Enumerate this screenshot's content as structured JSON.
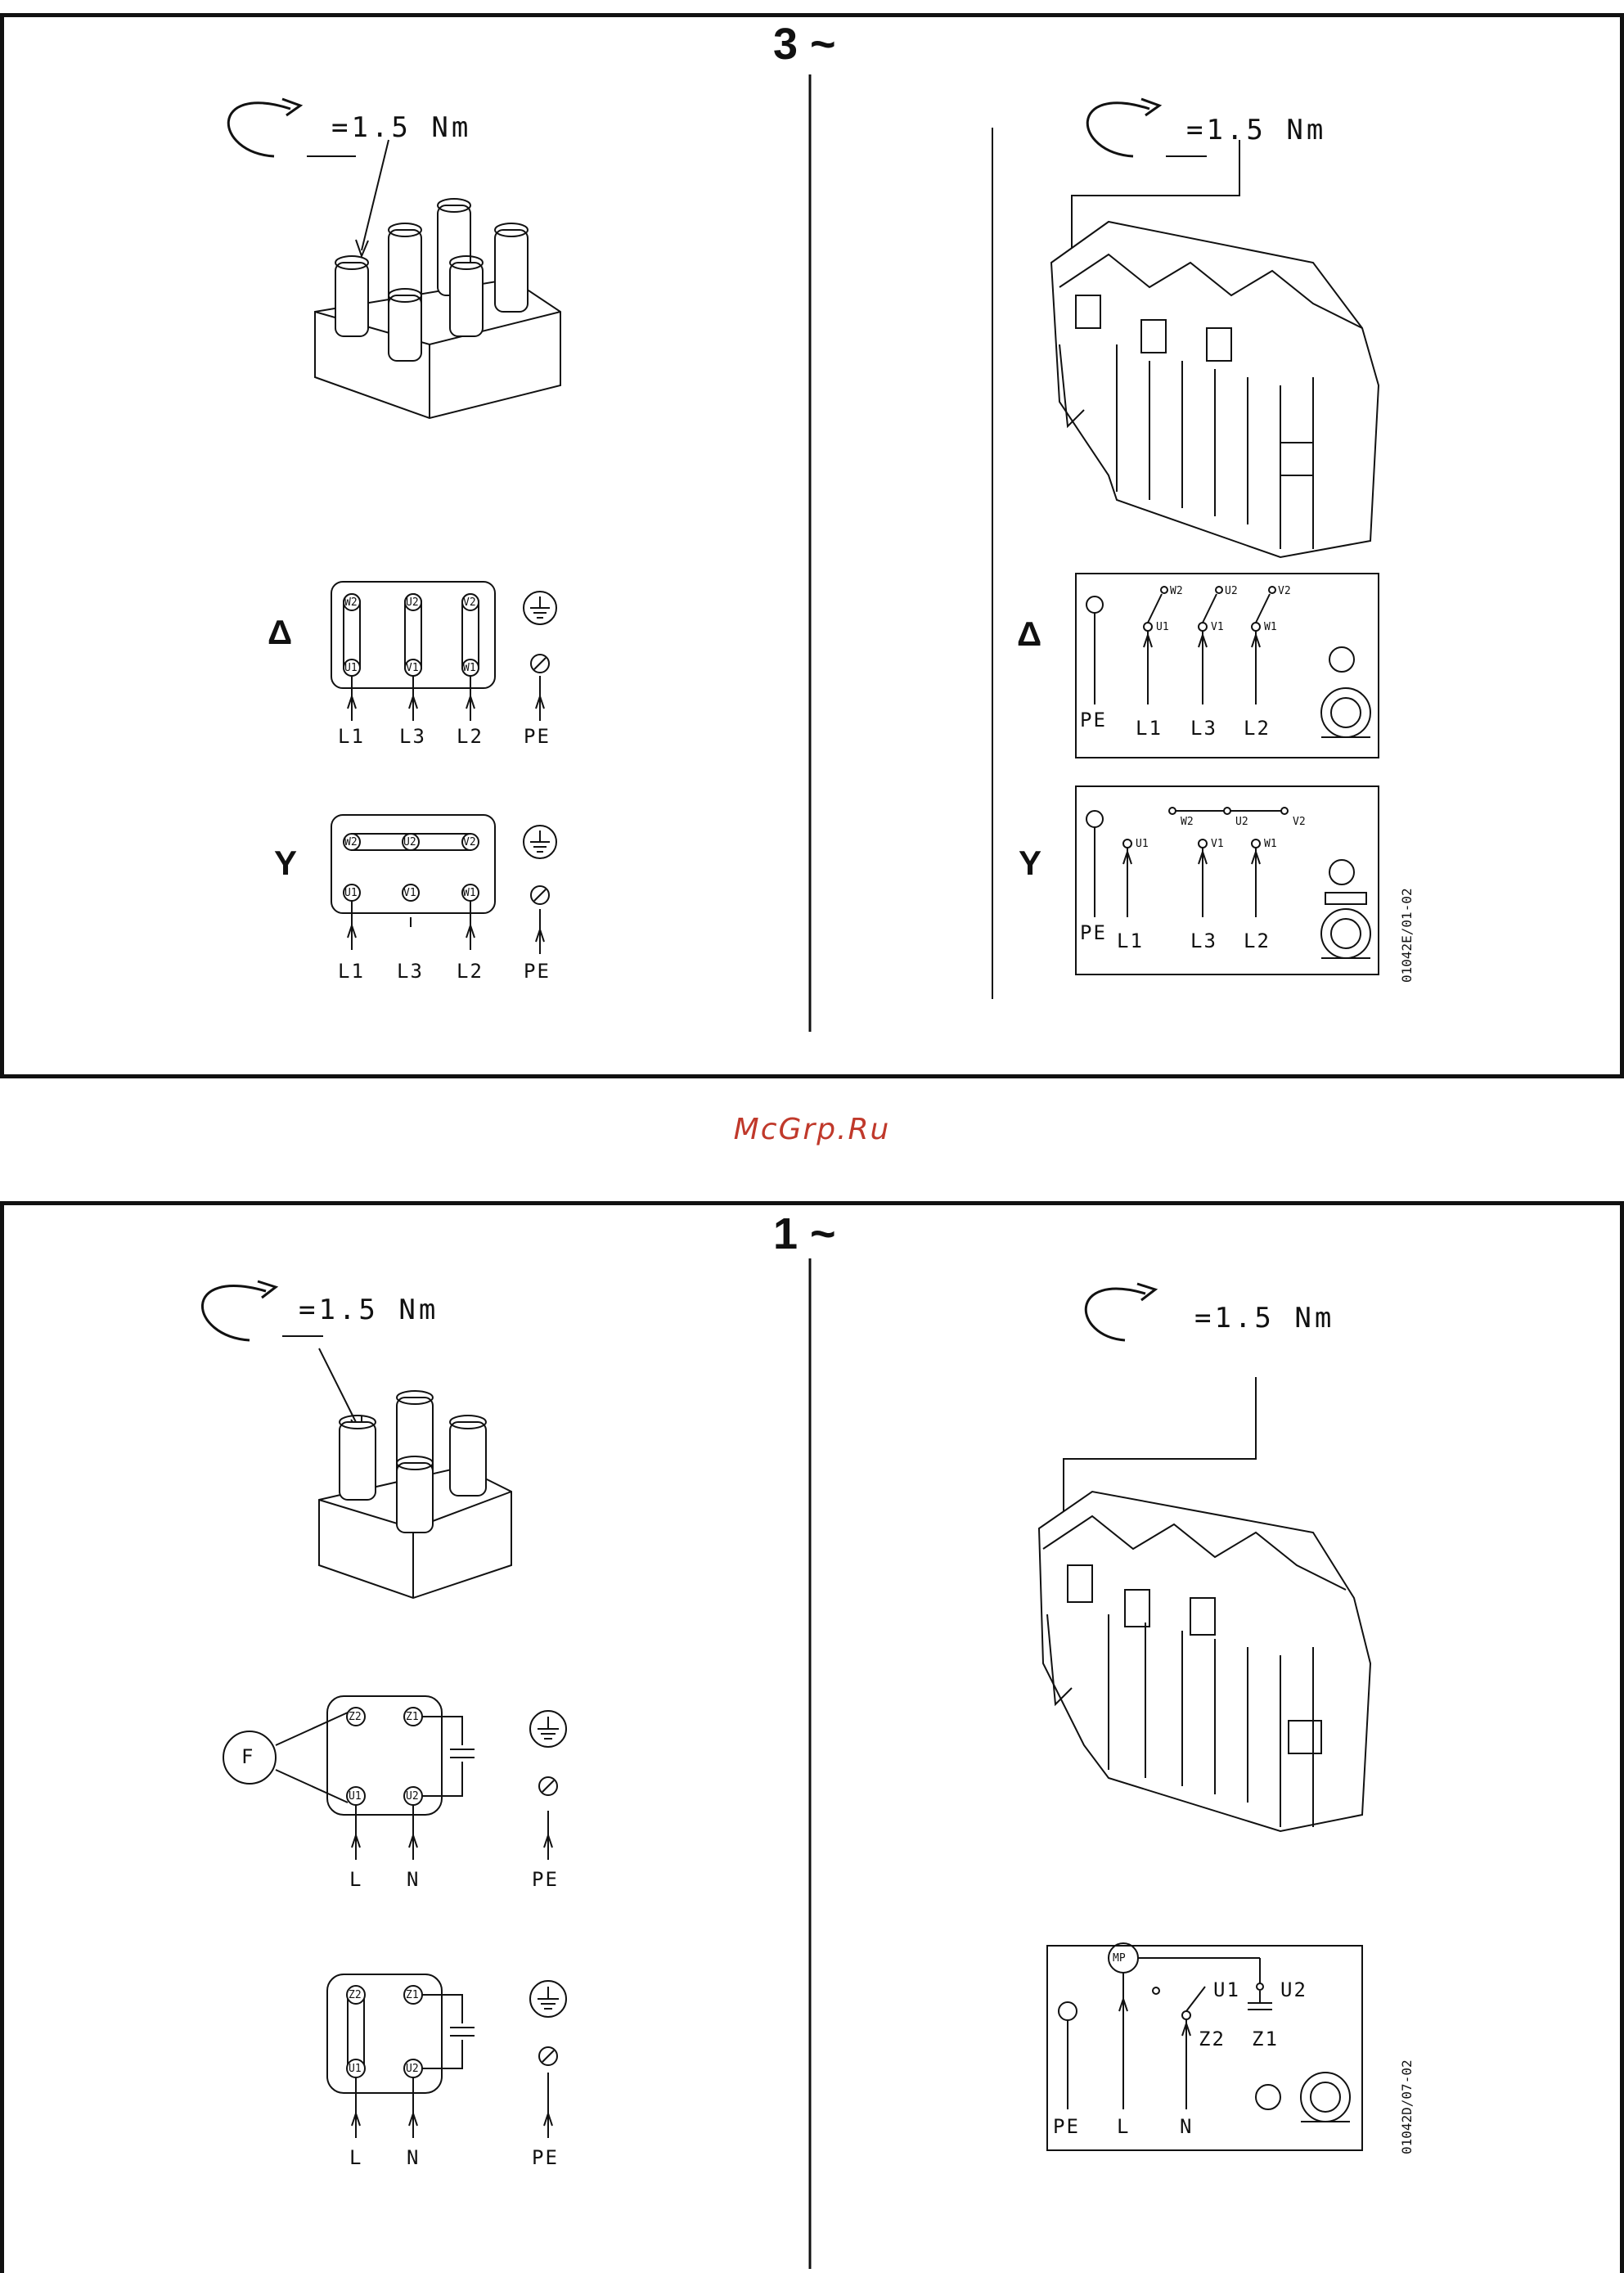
{
  "watermark": "McGrp.Ru",
  "three_phase": {
    "title": "3 ~",
    "torque_left": "=1.5 Nm",
    "torque_right": "=1.5 Nm",
    "delta_symbol": "Δ",
    "star_symbol": "Y",
    "left_delta": {
      "top": [
        "W2",
        "U2",
        "V2"
      ],
      "bottom": [
        "U1",
        "V1",
        "W1"
      ],
      "lines": [
        "L1",
        "L3",
        "L2"
      ],
      "pe": "PE"
    },
    "left_star": {
      "top": [
        "W2",
        "U2",
        "V2"
      ],
      "bottom": [
        "U1",
        "V1",
        "W1"
      ],
      "lines": [
        "L1",
        "L3",
        "L2"
      ],
      "pe": "PE"
    },
    "right_delta": {
      "top": [
        "W2",
        "U2",
        "V2"
      ],
      "bottom": [
        "U1",
        "V1",
        "W1"
      ],
      "lines": [
        "L1",
        "L3",
        "L2"
      ],
      "pe": "PE"
    },
    "right_star": {
      "top": [
        "W2",
        "U2",
        "V2"
      ],
      "bottom": [
        "U1",
        "V1",
        "W1"
      ],
      "lines": [
        "L1",
        "L3",
        "L2"
      ],
      "pe": "PE"
    },
    "code": "01042E/01-02"
  },
  "single_phase": {
    "title": "1 ~",
    "torque_left": "=1.5 Nm",
    "torque_right": "=1.5 Nm",
    "diagram_a": {
      "f": "F",
      "top": [
        "Z2",
        "Z1"
      ],
      "bottom": [
        "U1",
        "U2"
      ],
      "lines": [
        "L",
        "N"
      ],
      "pe": "PE"
    },
    "diagram_b": {
      "top": [
        "Z2",
        "Z1"
      ],
      "bottom": [
        "U1",
        "U2"
      ],
      "lines": [
        "L",
        "N"
      ],
      "pe": "PE"
    },
    "diagram_c": {
      "mp": "MP",
      "u1": "U1",
      "u2": "U2",
      "z2": "Z2",
      "z1": "Z1",
      "lines": [
        "PE",
        "L",
        "N"
      ]
    },
    "code": "01042D/07-02"
  }
}
